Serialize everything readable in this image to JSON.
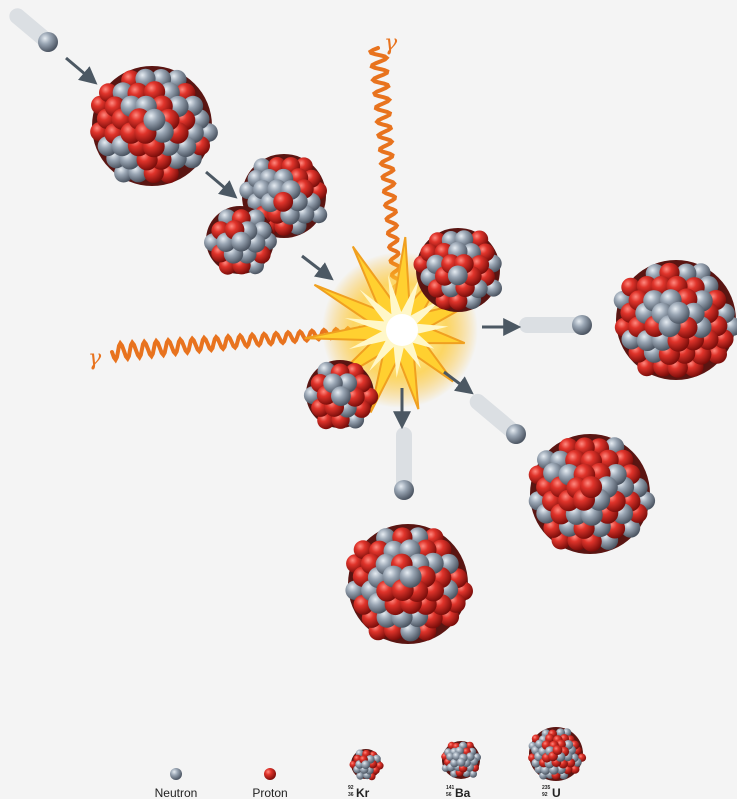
{
  "gamma_symbol": "γ",
  "legend": {
    "neutron": "Neutron",
    "proton": "Proton",
    "krypton": {
      "symbol": "Kr",
      "mass": "92",
      "atomic": "36"
    },
    "barium": {
      "symbol": "Ba",
      "mass": "141",
      "atomic": "56"
    },
    "uranium": {
      "symbol": "U",
      "mass": "235",
      "atomic": "92"
    }
  },
  "colors": {
    "proton": "#c8261f",
    "neutron": "#8f9aa8",
    "gamma": "#e8731e",
    "arrow": "#4c5863",
    "flash_core": "#fffbe0",
    "flash_mid": "#ffd030",
    "flash_outer": "#f0a020"
  }
}
